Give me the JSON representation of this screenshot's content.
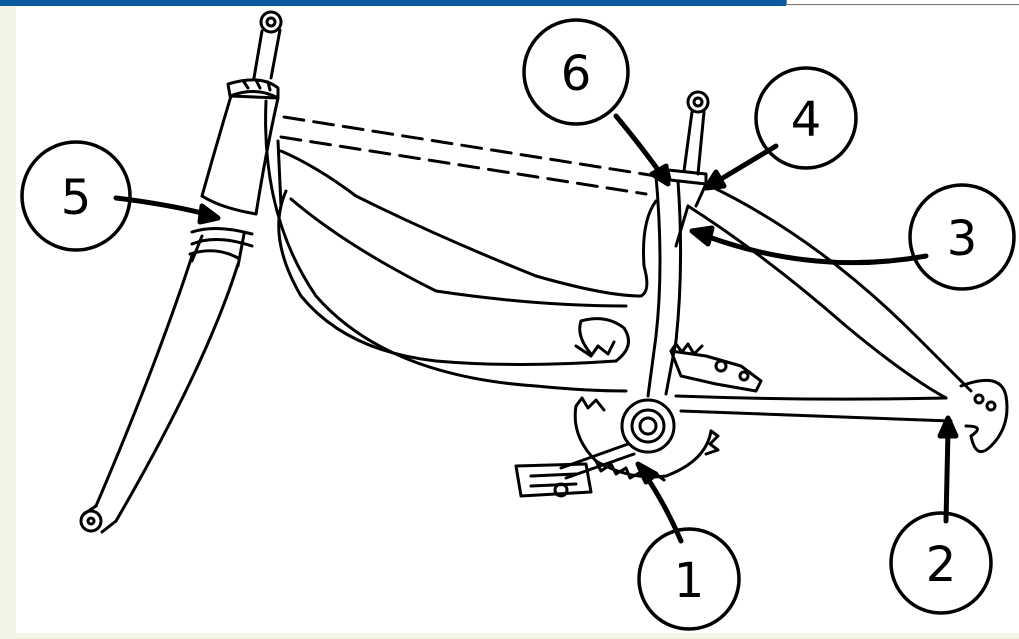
{
  "colors": {
    "background": "#f3f3e6",
    "canvas": "#ffffff",
    "top_bar": "#0b5aa0",
    "ink": "#000000"
  },
  "diagram": {
    "subject": "bicycle-frame-illustration",
    "callouts": [
      {
        "id": "callout-1",
        "label": "1",
        "points_to": "bottom-bracket"
      },
      {
        "id": "callout-2",
        "label": "2",
        "points_to": "rear-dropout"
      },
      {
        "id": "callout-3",
        "label": "3",
        "points_to": "seat-stay-junction"
      },
      {
        "id": "callout-4",
        "label": "4",
        "points_to": "seat-clamp"
      },
      {
        "id": "callout-5",
        "label": "5",
        "points_to": "head-tube"
      },
      {
        "id": "callout-6",
        "label": "6",
        "points_to": "seat-tube-top"
      }
    ]
  }
}
